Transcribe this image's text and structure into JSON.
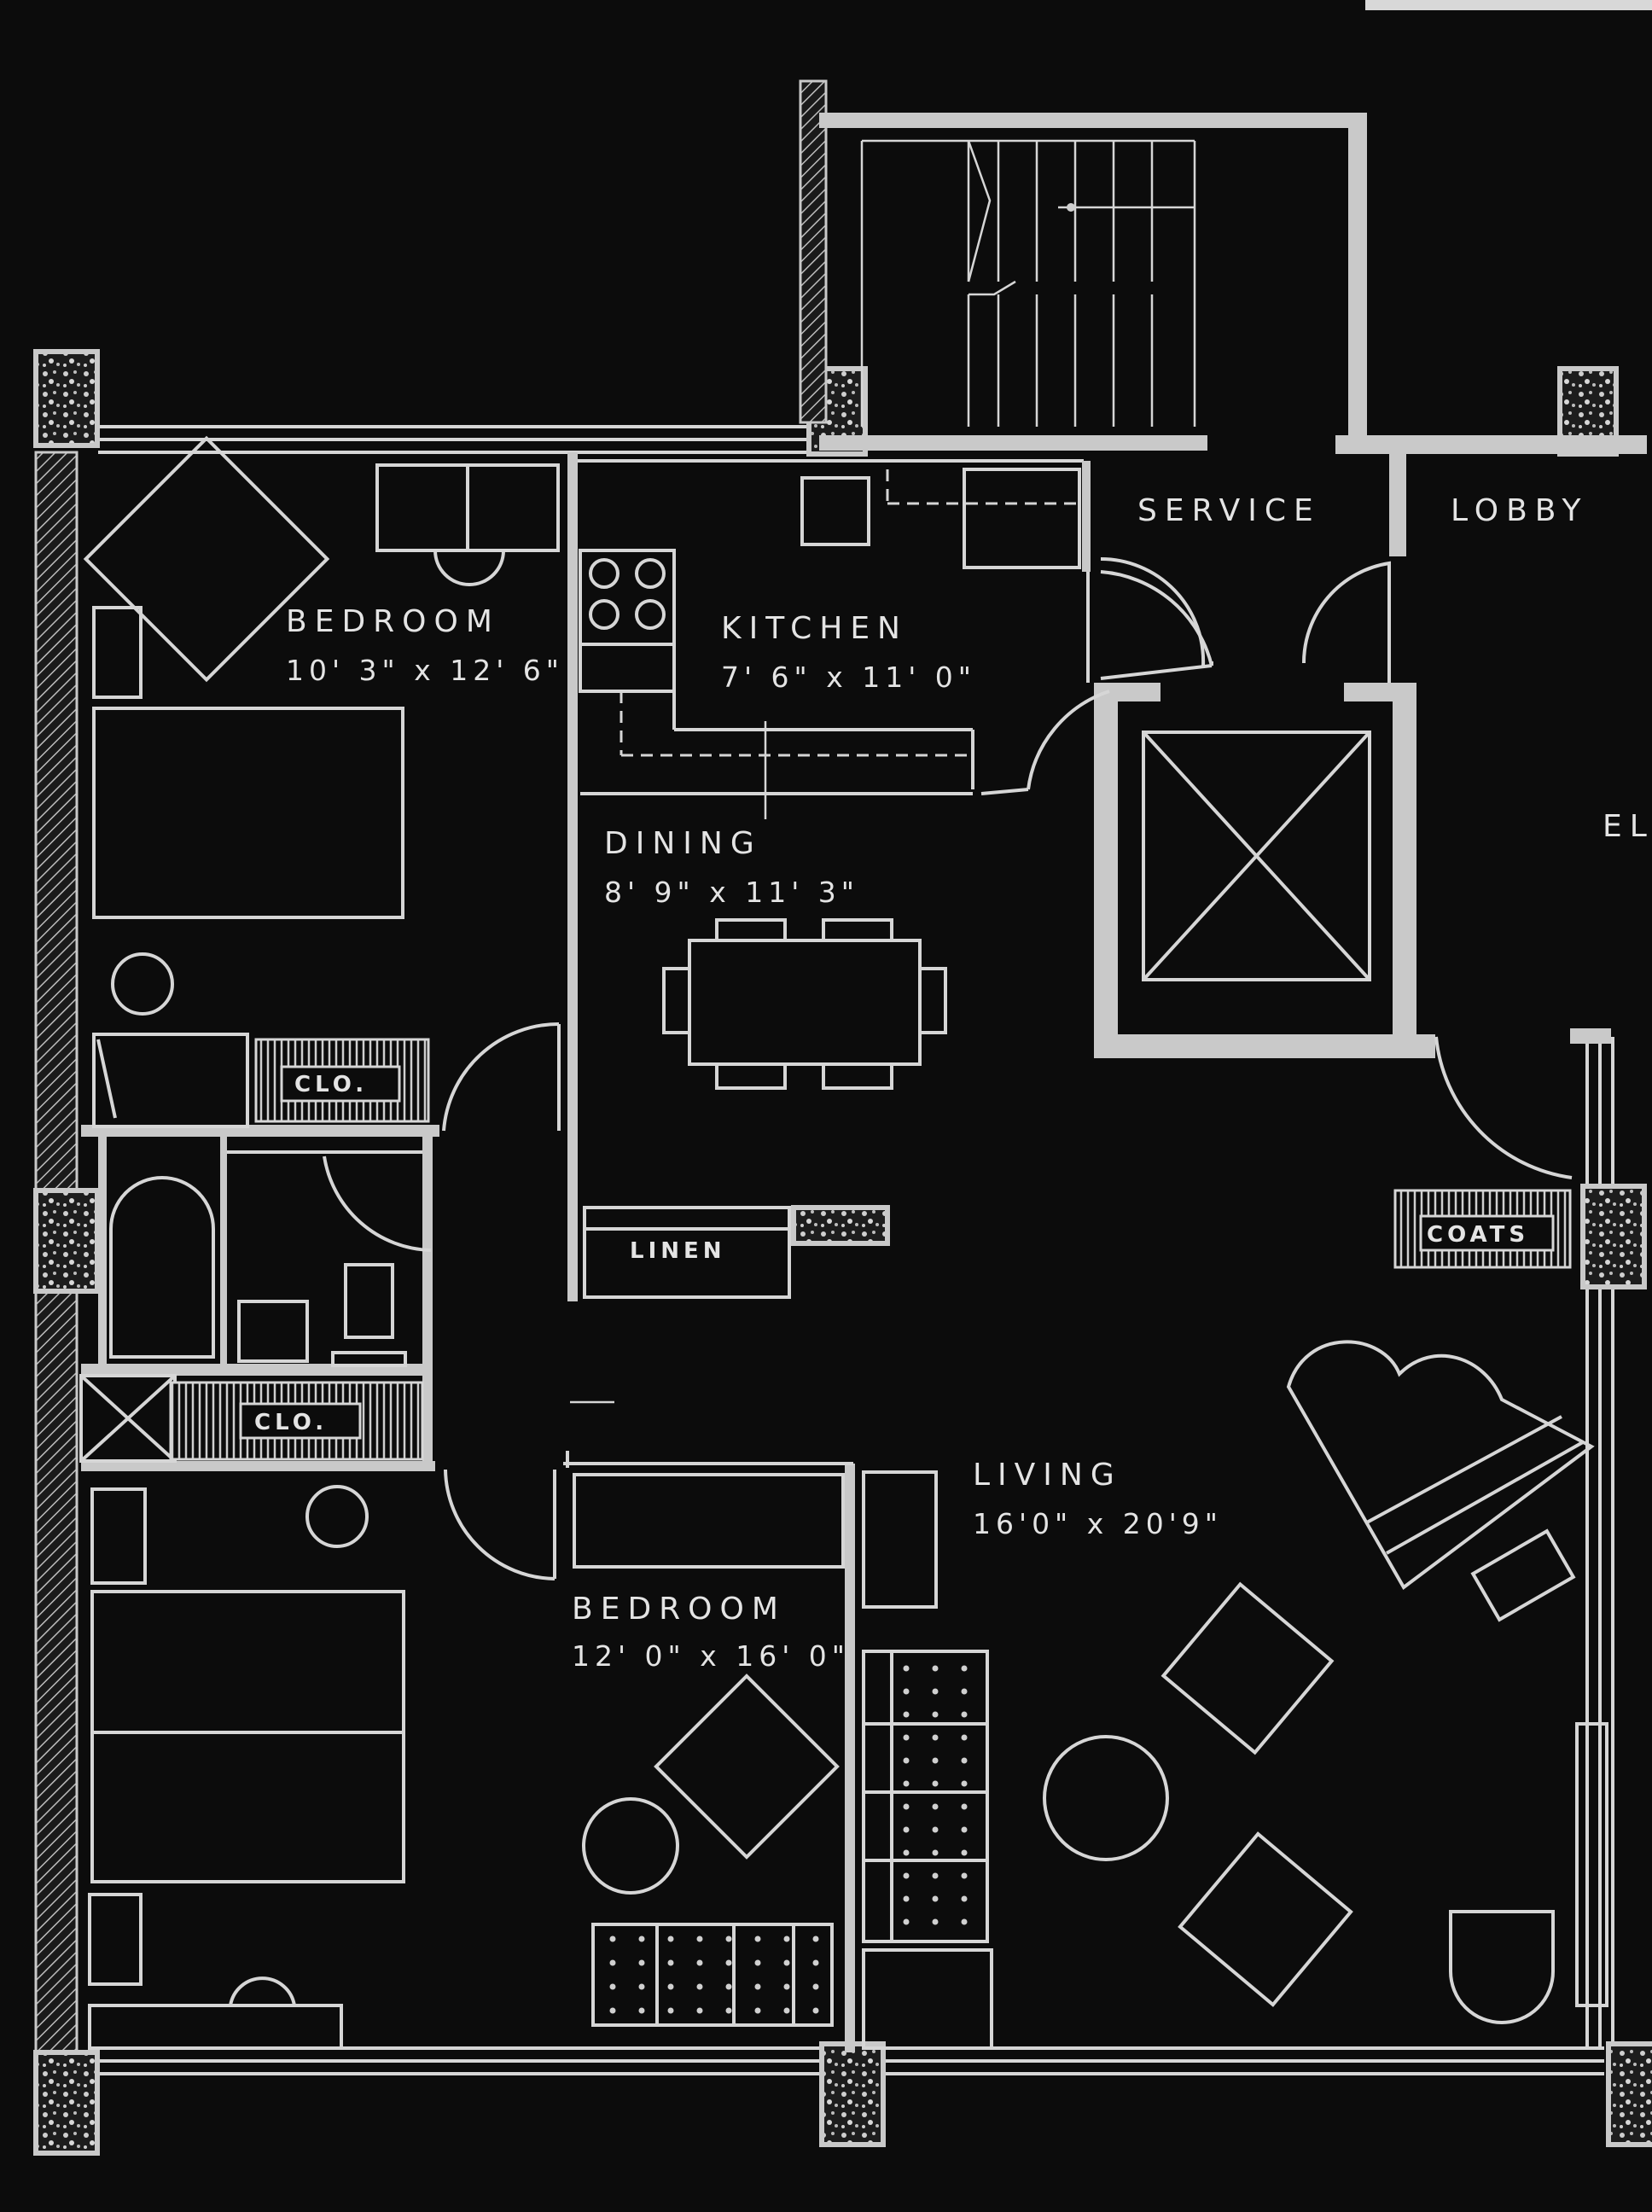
{
  "floor_plan": {
    "rooms": {
      "bedroom_1": {
        "name": "BEDROOM",
        "dims": "10' 3\" x 12' 6\""
      },
      "kitchen": {
        "name": "KITCHEN",
        "dims": "7' 6\" x 11' 0\""
      },
      "dining": {
        "name": "DINING",
        "dims": "8' 9\" x 11' 3\""
      },
      "bedroom_2": {
        "name": "BEDROOM",
        "dims": "12' 0\" x 16' 0\""
      },
      "living": {
        "name": "LIVING",
        "dims": "16'0\" x 20'9\""
      }
    },
    "areas": {
      "service": "SERVICE",
      "lobby": "LOBBY",
      "elevator_partial": "EL"
    },
    "closets": {
      "clo_1": "CLO.",
      "clo_2": "CLO.",
      "linen": "LINEN",
      "coats": "COATS"
    }
  }
}
